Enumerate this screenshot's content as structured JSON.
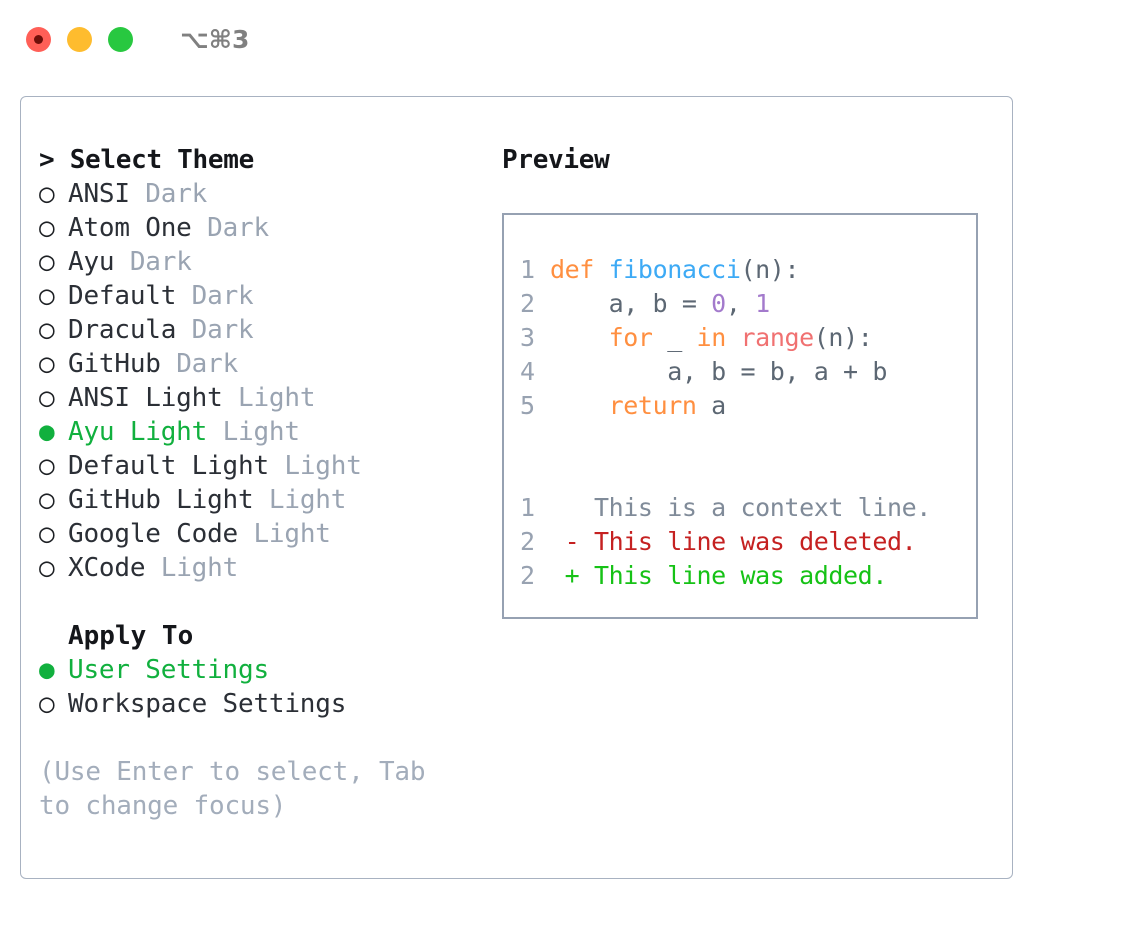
{
  "titlebar": {
    "lights": [
      {
        "name": "close-button",
        "color": "#ff5f57"
      },
      {
        "name": "minimize-button",
        "color": "#febc2e"
      },
      {
        "name": "maximize-button",
        "color": "#28c840"
      }
    ],
    "shortcut": "⌥⌘3"
  },
  "theme_picker": {
    "heading": "> Select Theme",
    "marker_unselected": "○",
    "marker_selected": "●",
    "accent_color": "#11b03e",
    "items": [
      {
        "marker": "○",
        "name": "ANSI",
        "variant": "Dark",
        "selected": false
      },
      {
        "marker": "○",
        "name": "Atom One",
        "variant": "Dark",
        "selected": false
      },
      {
        "marker": "○",
        "name": "Ayu",
        "variant": "Dark",
        "selected": false
      },
      {
        "marker": "○",
        "name": "Default",
        "variant": "Dark",
        "selected": false
      },
      {
        "marker": "○",
        "name": "Dracula",
        "variant": "Dark",
        "selected": false
      },
      {
        "marker": "○",
        "name": "GitHub",
        "variant": "Dark",
        "selected": false
      },
      {
        "marker": "○",
        "name": "ANSI Light",
        "variant": "Light",
        "selected": false
      },
      {
        "marker": "●",
        "name": "Ayu Light",
        "variant": "Light",
        "selected": true
      },
      {
        "marker": "○",
        "name": "Default Light",
        "variant": "Light",
        "selected": false
      },
      {
        "marker": "○",
        "name": "GitHub Light",
        "variant": "Light",
        "selected": false
      },
      {
        "marker": "○",
        "name": "Google Code",
        "variant": "Light",
        "selected": false
      },
      {
        "marker": "○",
        "name": "XCode",
        "variant": "Light",
        "selected": false
      }
    ]
  },
  "apply_to": {
    "heading": "Apply To",
    "items": [
      {
        "marker": "●",
        "name": "User Settings",
        "selected": true
      },
      {
        "marker": "○",
        "name": "Workspace Settings",
        "selected": false
      }
    ]
  },
  "hint": "(Use Enter to select, Tab to change focus)",
  "preview": {
    "heading": "Preview",
    "code": [
      {
        "line_number": "1",
        "tokens": [
          {
            "text": "def ",
            "kind": "kw"
          },
          {
            "text": "fibonacci",
            "kind": "fn"
          },
          {
            "text": "(n):",
            "kind": "punct"
          }
        ]
      },
      {
        "line_number": "2",
        "tokens": [
          {
            "text": "    a, b = ",
            "kind": "var"
          },
          {
            "text": "0",
            "kind": "num"
          },
          {
            "text": ", ",
            "kind": "var"
          },
          {
            "text": "1",
            "kind": "num"
          }
        ]
      },
      {
        "line_number": "3",
        "tokens": [
          {
            "text": "    ",
            "kind": "var"
          },
          {
            "text": "for",
            "kind": "kw"
          },
          {
            "text": " _ ",
            "kind": "var"
          },
          {
            "text": "in",
            "kind": "kw"
          },
          {
            "text": " ",
            "kind": "var"
          },
          {
            "text": "range",
            "kind": "call"
          },
          {
            "text": "(n):",
            "kind": "punct"
          }
        ]
      },
      {
        "line_number": "4",
        "tokens": [
          {
            "text": "        a, b = b, a + b",
            "kind": "var"
          }
        ]
      },
      {
        "line_number": "5",
        "tokens": [
          {
            "text": "    ",
            "kind": "var"
          },
          {
            "text": "return",
            "kind": "kw"
          },
          {
            "text": " a",
            "kind": "var"
          }
        ]
      }
    ],
    "diff": [
      {
        "line_number": "1",
        "tokens": [
          {
            "text": "   This is a context line.",
            "kind": "ctx"
          }
        ]
      },
      {
        "line_number": "2",
        "tokens": [
          {
            "text": " - This line was deleted.",
            "kind": "del"
          }
        ]
      },
      {
        "line_number": "2",
        "tokens": [
          {
            "text": " + This line was added.",
            "kind": "add"
          }
        ]
      }
    ]
  }
}
